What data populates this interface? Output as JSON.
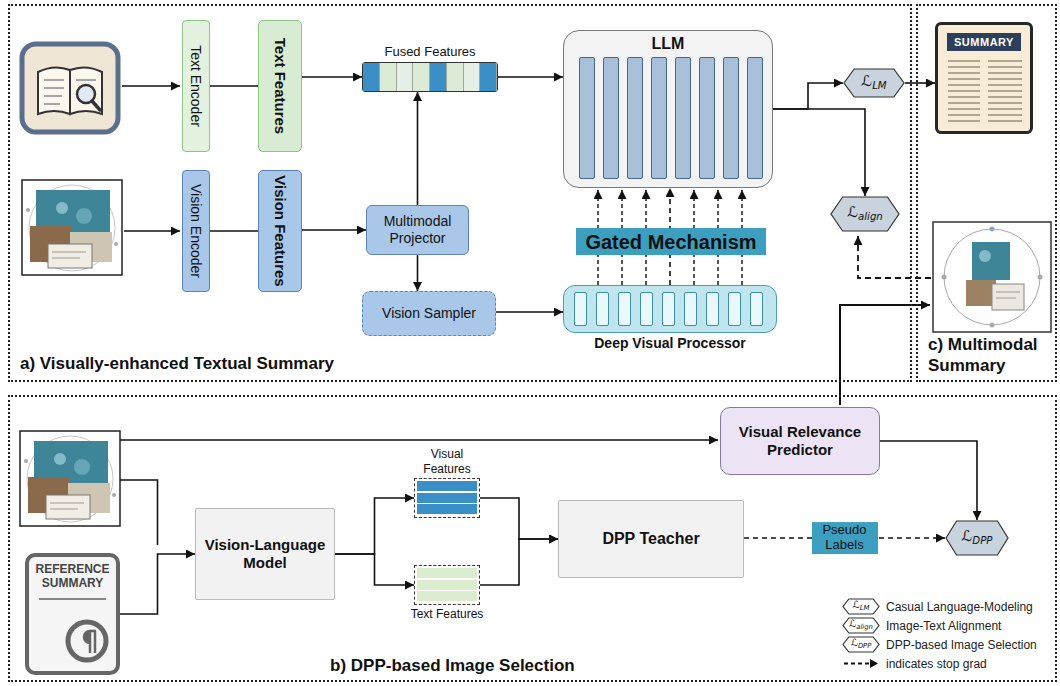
{
  "diagram": {
    "nodes": [
      {
        "text": [
          "a) Visually-enhanced Textual Summary"
        ]
      },
      {
        "text": [
          "Text Encoder"
        ],
        "in": 0
      },
      {
        "text": [
          "Text Features"
        ],
        "in": 0
      },
      {
        "text": [
          "Fused Features"
        ],
        "in": 0
      },
      {
        "text": [
          "LLM"
        ],
        "in": 0
      },
      {
        "text": [
          "Vision Encoder"
        ],
        "in": 0
      },
      {
        "text": [
          "Vision Features"
        ],
        "in": 0
      },
      {
        "text": [
          "Multimodal Projector"
        ],
        "in": 0
      },
      {
        "text": [
          "Vision Sampler"
        ],
        "in": 0
      },
      {
        "text": [
          "Gated Mechanism"
        ],
        "in": 0
      },
      {
        "text": [
          "Deep Visual Processor"
        ],
        "in": 0
      },
      {
        "text": [
          "ℒLM"
        ],
        "in": 0
      },
      {
        "text": [
          "ℒalign"
        ],
        "in": 0
      },
      {
        "text": [
          "c) Multimodal Summary"
        ]
      },
      {
        "text": [
          "SUMMARY"
        ],
        "in": 13
      },
      {
        "text": [
          "b) DPP-based Image Selection"
        ]
      },
      {
        "text": [
          "REFERENCE SUMMARY"
        ],
        "in": 15
      },
      {
        "text": [
          "Vision-Language Model"
        ],
        "in": 15
      },
      {
        "text": [
          "Visual Features"
        ],
        "in": 15
      },
      {
        "text": [
          "Text Features"
        ],
        "in": 15
      },
      {
        "text": [
          "DPP Teacher"
        ],
        "in": 15
      },
      {
        "text": [
          "Visual Relevance Predictor"
        ],
        "in": 15
      },
      {
        "text": [
          "ℒDPP"
        ],
        "in": 15
      }
    ],
    "edges": [
      {
        "from": 1,
        "to": 2,
        "arrow": "none"
      },
      {
        "from": 2,
        "to": 3,
        "arrow": "to"
      },
      {
        "from": 5,
        "to": 6,
        "arrow": "none"
      },
      {
        "from": 6,
        "to": 7,
        "arrow": "to"
      },
      {
        "from": 7,
        "to": 3,
        "arrow": "to"
      },
      {
        "from": 7,
        "to": 8,
        "arrow": "to"
      },
      {
        "from": 3,
        "to": 4,
        "arrow": "to"
      },
      {
        "from": 8,
        "to": 10,
        "arrow": "to"
      },
      {
        "from": 10,
        "to": 4,
        "arrow": "to"
      },
      {
        "from": 4,
        "to": 11,
        "arrow": "to"
      },
      {
        "from": 4,
        "to": 12,
        "arrow": "to"
      },
      {
        "from": 11,
        "to": 14,
        "arrow": "to"
      },
      {
        "from": 16,
        "to": 17,
        "arrow": "to"
      },
      {
        "from": 17,
        "to": 18,
        "arrow": "to"
      },
      {
        "from": 17,
        "to": 19,
        "arrow": "to"
      },
      {
        "from": 18,
        "to": 20,
        "arrow": "to"
      },
      {
        "from": 19,
        "to": 20,
        "arrow": "to"
      },
      {
        "from": 20,
        "to": 22,
        "label": "Pseudo Labels",
        "arrow": "to"
      },
      {
        "from": 21,
        "to": 22,
        "arrow": "to"
      }
    ],
    "labels": [
      "ℒLM",
      "ℒalign",
      "ℒDPP"
    ],
    "legend": [
      {
        "text": "Casual Language-Modeling"
      },
      {
        "text": "Image-Text Alignment"
      },
      {
        "text": "DPP-based Image Selection"
      },
      {
        "text": "indicates stop grad"
      }
    ]
  }
}
